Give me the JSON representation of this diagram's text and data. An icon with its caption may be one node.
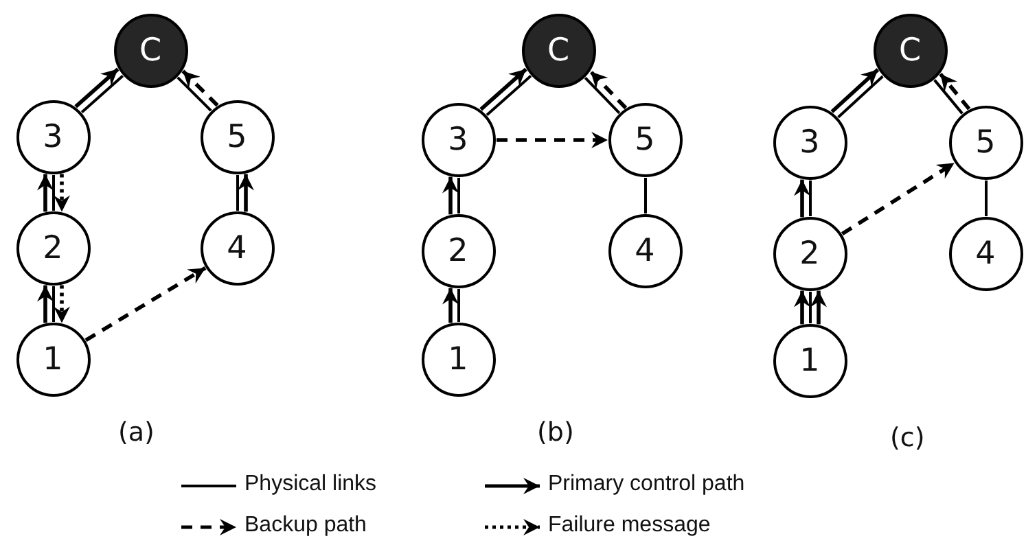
{
  "diagram": {
    "nodes": [
      {
        "text": [
          "C"
        ]
      },
      {
        "text": [
          "3"
        ]
      },
      {
        "text": [
          "5"
        ]
      },
      {
        "text": [
          "2"
        ]
      },
      {
        "text": [
          "4"
        ]
      },
      {
        "text": [
          "1"
        ]
      },
      {
        "text": [
          "C"
        ]
      },
      {
        "text": [
          "3"
        ]
      },
      {
        "text": [
          "5"
        ]
      },
      {
        "text": [
          "2"
        ]
      },
      {
        "text": [
          "4"
        ]
      },
      {
        "text": [
          "1"
        ]
      },
      {
        "text": [
          "C"
        ]
      },
      {
        "text": [
          "3"
        ]
      },
      {
        "text": [
          "5"
        ]
      },
      {
        "text": [
          "2"
        ]
      },
      {
        "text": [
          "4"
        ]
      },
      {
        "text": [
          "1"
        ]
      }
    ],
    "edges": [
      {
        "from": 1,
        "to": 0,
        "arrow": "none"
      },
      {
        "from": 2,
        "to": 0,
        "arrow": "none"
      },
      {
        "from": 1,
        "to": 3,
        "arrow": "none"
      },
      {
        "from": 3,
        "to": 5,
        "arrow": "none"
      },
      {
        "from": 2,
        "to": 4,
        "arrow": "none"
      },
      {
        "from": 1,
        "to": 0,
        "arrow": "to"
      },
      {
        "from": 3,
        "to": 1,
        "arrow": "to"
      },
      {
        "from": 5,
        "to": 3,
        "arrow": "to"
      },
      {
        "from": 4,
        "to": 2,
        "arrow": "to"
      },
      {
        "from": 2,
        "to": 0,
        "arrow": "to",
        "style": "dashed"
      },
      {
        "from": 5,
        "to": 4,
        "arrow": "to",
        "style": "dashed"
      },
      {
        "from": 1,
        "to": 3,
        "arrow": "to",
        "style": "dashed"
      },
      {
        "from": 3,
        "to": 5,
        "arrow": "to",
        "style": "dashed"
      },
      {
        "from": 7,
        "to": 6,
        "arrow": "none"
      },
      {
        "from": 8,
        "to": 6,
        "arrow": "none"
      },
      {
        "from": 7,
        "to": 9,
        "arrow": "none"
      },
      {
        "from": 9,
        "to": 11,
        "arrow": "none"
      },
      {
        "from": 8,
        "to": 10,
        "arrow": "none"
      },
      {
        "from": 7,
        "to": 6,
        "arrow": "to"
      },
      {
        "from": 9,
        "to": 7,
        "arrow": "to"
      },
      {
        "from": 11,
        "to": 9,
        "arrow": "to"
      },
      {
        "from": 8,
        "to": 6,
        "arrow": "to",
        "style": "dashed"
      },
      {
        "from": 7,
        "to": 8,
        "arrow": "to",
        "style": "dashed"
      },
      {
        "from": 13,
        "to": 12,
        "arrow": "none"
      },
      {
        "from": 14,
        "to": 12,
        "arrow": "none"
      },
      {
        "from": 13,
        "to": 15,
        "arrow": "none"
      },
      {
        "from": 15,
        "to": 17,
        "arrow": "none"
      },
      {
        "from": 14,
        "to": 16,
        "arrow": "none"
      },
      {
        "from": 13,
        "to": 12,
        "arrow": "to"
      },
      {
        "from": 15,
        "to": 13,
        "arrow": "to"
      },
      {
        "from": 17,
        "to": 15,
        "arrow": "to"
      },
      {
        "from": 17,
        "to": 15,
        "arrow": "to"
      },
      {
        "from": 14,
        "to": 12,
        "arrow": "to",
        "style": "dashed"
      },
      {
        "from": 15,
        "to": 14,
        "arrow": "to",
        "style": "dashed"
      }
    ],
    "labels": [
      "(a)",
      "(b)",
      "(c)"
    ],
    "legend": [
      {
        "text": "Physical links"
      },
      {
        "text": "Primary control path"
      },
      {
        "text": "Backup path"
      },
      {
        "text": "Failure message"
      }
    ]
  }
}
